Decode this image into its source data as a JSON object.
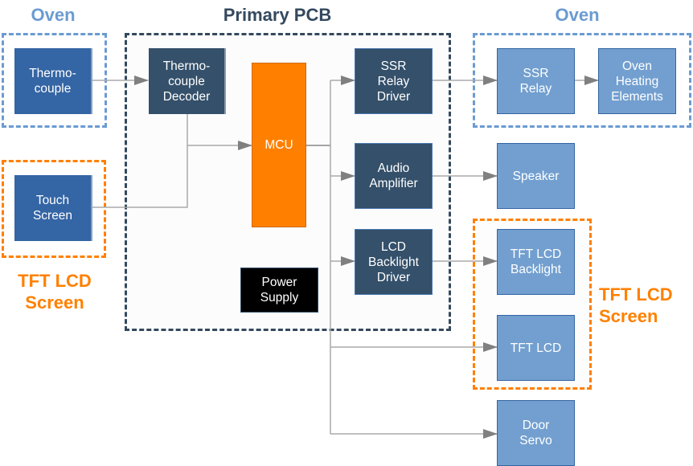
{
  "colors": {
    "oven_group": "#6b9bd1",
    "pcb_group": "#34495e",
    "tft_group": "#ff8000",
    "external_node": "#3465a4",
    "pcb_node": "#34506a",
    "peripheral_node": "#729fcf",
    "mcu": "#ff8000",
    "power": "#000000",
    "wire": "#999999",
    "arrow": "#808080"
  },
  "titles": {
    "oven_left": "Oven",
    "primary_pcb": "Primary PCB",
    "oven_right": "Oven",
    "tft_left": "TFT LCD\nScreen",
    "tft_right": "TFT LCD\nScreen"
  },
  "nodes": {
    "thermocouple": "Thermo-\ncouple",
    "touch_screen": "Touch\nScreen",
    "thermocouple_decoder": "Thermo-\ncouple\nDecoder",
    "mcu": "MCU",
    "power_supply": "Power\nSupply",
    "ssr_relay_driver": "SSR\nRelay\nDriver",
    "audio_amplifier": "Audio\nAmplifier",
    "lcd_backlight_driver": "LCD\nBacklight\nDriver",
    "ssr_relay": "SSR\nRelay",
    "oven_heating_elements": "Oven\nHeating\nElements",
    "speaker": "Speaker",
    "tft_lcd_backlight": "TFT LCD\nBacklight",
    "tft_lcd": "TFT LCD",
    "door_servo": "Door\nServo"
  }
}
